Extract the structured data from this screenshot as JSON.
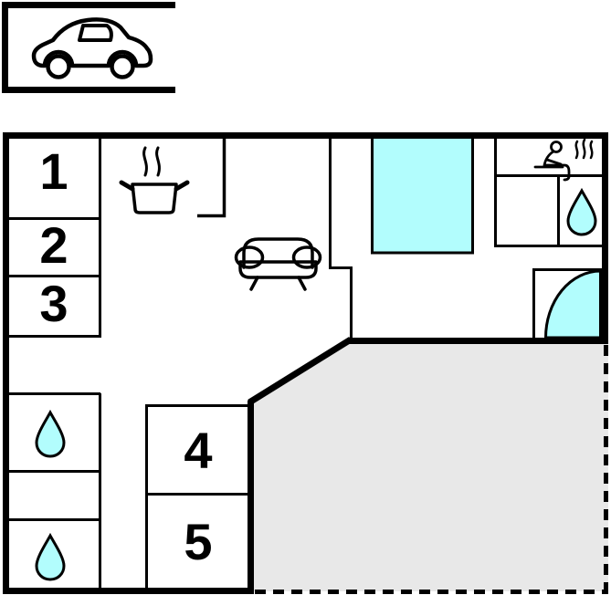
{
  "colors": {
    "wall": "#000000",
    "water_fill": "#b2fdfd",
    "terrace_fill": "#e8e8e8",
    "steam": "#9a9a9a",
    "background": "#ffffff"
  },
  "carport": {
    "icon": "car-icon"
  },
  "rooms": [
    {
      "id": "room-1",
      "label": "1"
    },
    {
      "id": "room-2",
      "label": "2"
    },
    {
      "id": "room-3",
      "label": "3"
    },
    {
      "id": "room-4",
      "label": "4"
    },
    {
      "id": "room-5",
      "label": "5"
    }
  ],
  "features": {
    "kitchen_icon": "cooking-pot-with-steam",
    "living_room_icon": "sofa",
    "bedroom_item": "double-bed",
    "sauna_icon": "sauna-person-with-steam",
    "water_drop_count": 3,
    "shower": "corner-shower-quarter-circle",
    "terrace": "open-terrace-dashed-boundary"
  }
}
